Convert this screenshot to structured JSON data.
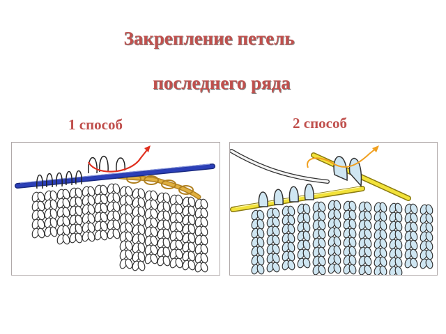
{
  "slide": {
    "title_line1": "Закрепление петель",
    "title_line2": "последнего ряда",
    "method1_label": "1 способ",
    "method2_label": "2 способ"
  },
  "colors": {
    "title": "#c0504d",
    "needle_blue": "#2b3fb8",
    "needle_yellow": "#f2e23a",
    "arrow": "#e03020",
    "arrow_orange": "#f0a020",
    "yarn_gold": "#e0b040",
    "fabric_blue": "#cfe6f2"
  },
  "figures": [
    {
      "name": "method-1-illustration",
      "icon": "knitting-needle-blue"
    },
    {
      "name": "method-2-illustration",
      "icon": "knitting-needle-yellow"
    }
  ]
}
